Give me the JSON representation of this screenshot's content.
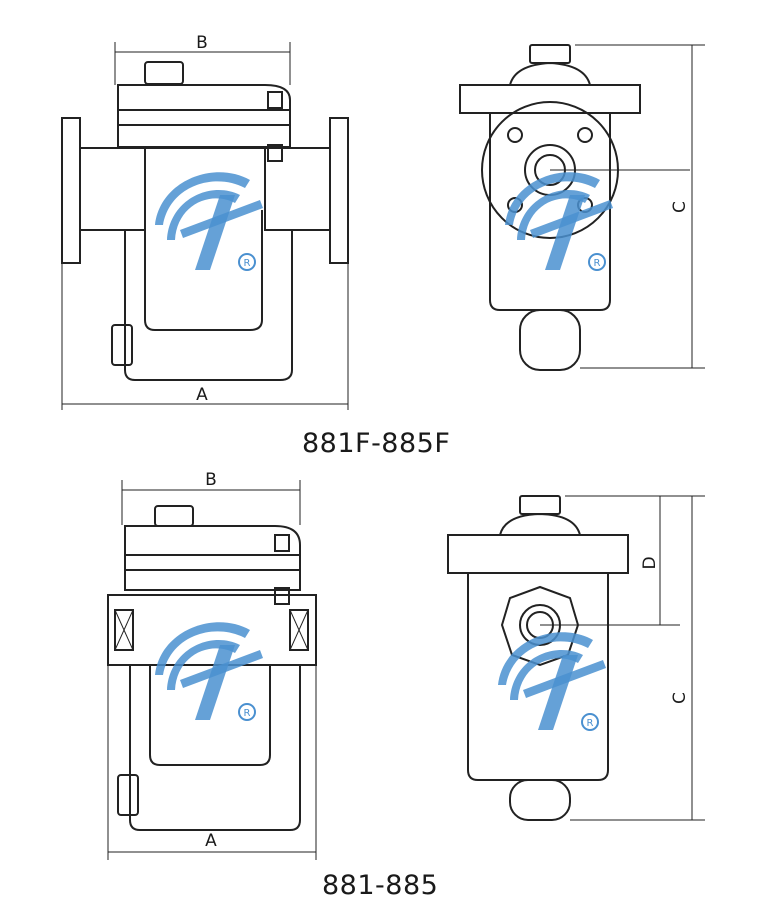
{
  "diagrams": [
    {
      "id": "flanged",
      "caption": "881F-885F",
      "front_view": {
        "dimension_labels": {
          "width_body": "B",
          "overall_length": "A"
        }
      },
      "side_view": {
        "dimension_labels": {
          "height": "C"
        }
      }
    },
    {
      "id": "threaded",
      "caption": "881-885",
      "front_view": {
        "dimension_labels": {
          "width_body": "B",
          "overall_length": "A"
        }
      },
      "side_view": {
        "dimension_labels": {
          "height": "C",
          "center_height": "D"
        }
      }
    }
  ],
  "watermark": {
    "logo": "registered-logo",
    "symbol": "®",
    "color": "#4a90d0"
  }
}
